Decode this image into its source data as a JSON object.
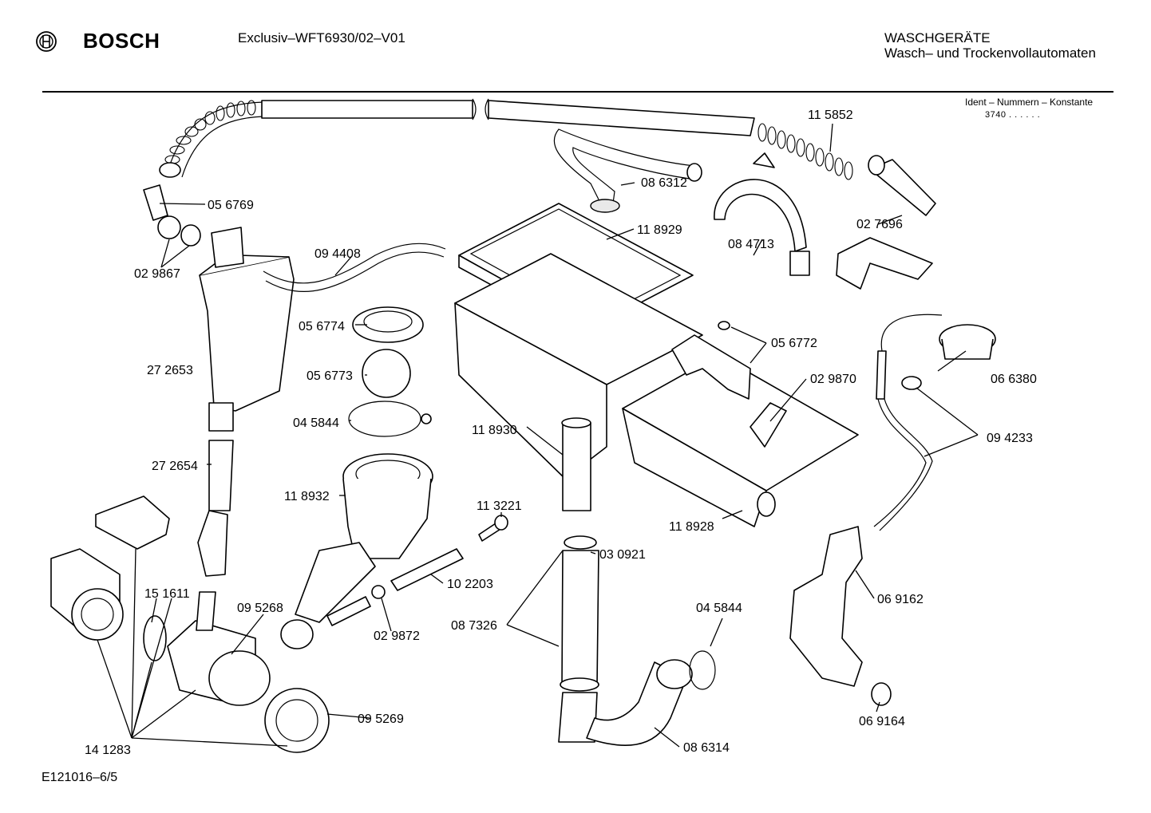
{
  "header": {
    "brand": "BOSCH",
    "model": "Exclusiv–WFT6930/02–V01",
    "category_line1": "WASCHGERÄTE",
    "category_line2": "Wasch– und Trockenvollautomaten",
    "ident_label": "Ident – Nummern – Konstante",
    "ident_value": "3740 .  .  .  .  .  ."
  },
  "footer": {
    "drawing_id": "E121016–6/5"
  },
  "colors": {
    "ink": "#000000",
    "paper": "#ffffff"
  },
  "parts": [
    "11 5852",
    "05 6769",
    "08 6312",
    "11 8929",
    "02 9867",
    "09 4408",
    "08 4713",
    "02 7696",
    "05 6774",
    "05 6772",
    "05 6773",
    "27 2653",
    "02 9870",
    "06 6380",
    "04 5844",
    "11 8930",
    "09 4233",
    "27 2654",
    "11 8932",
    "11 3221",
    "11 8928",
    "03 0921",
    "10 2203",
    "15 1611",
    "09 5268",
    "06 9162",
    "04 5844",
    "08 7326",
    "02 9872",
    "09 5269",
    "06 9164",
    "14 1283",
    "08 6314"
  ]
}
